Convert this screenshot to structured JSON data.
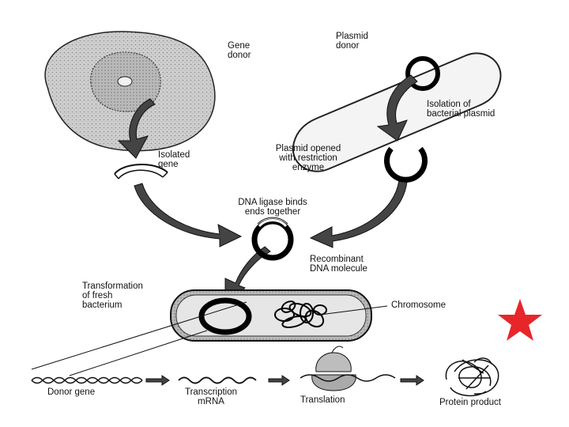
{
  "labels": {
    "gene_donor": "Gene\ndonor",
    "plasmid_donor": "Plasmid\ndonor",
    "isolation_plasmid": "Isolation of\nbacterial plasmid",
    "plasmid_opened": "Plasmid opened\nwith restriction\nenzyme",
    "isolated_gene": "Isolated\ngene",
    "dna_ligase": "DNA ligase binds\nends together",
    "recombinant": "Recombinant\nDNA molecule",
    "transformation": "Transformation\nof fresh\nbacterium",
    "chromosome": "Chromosome",
    "donor_gene": "Donor gene",
    "transcription": "Transcription\nmRNA",
    "translation": "Translation",
    "protein_product": "Protein product"
  },
  "colors": {
    "cell_fill": "#c9c9c9",
    "ink": "#111111",
    "star": "#e8262a"
  }
}
